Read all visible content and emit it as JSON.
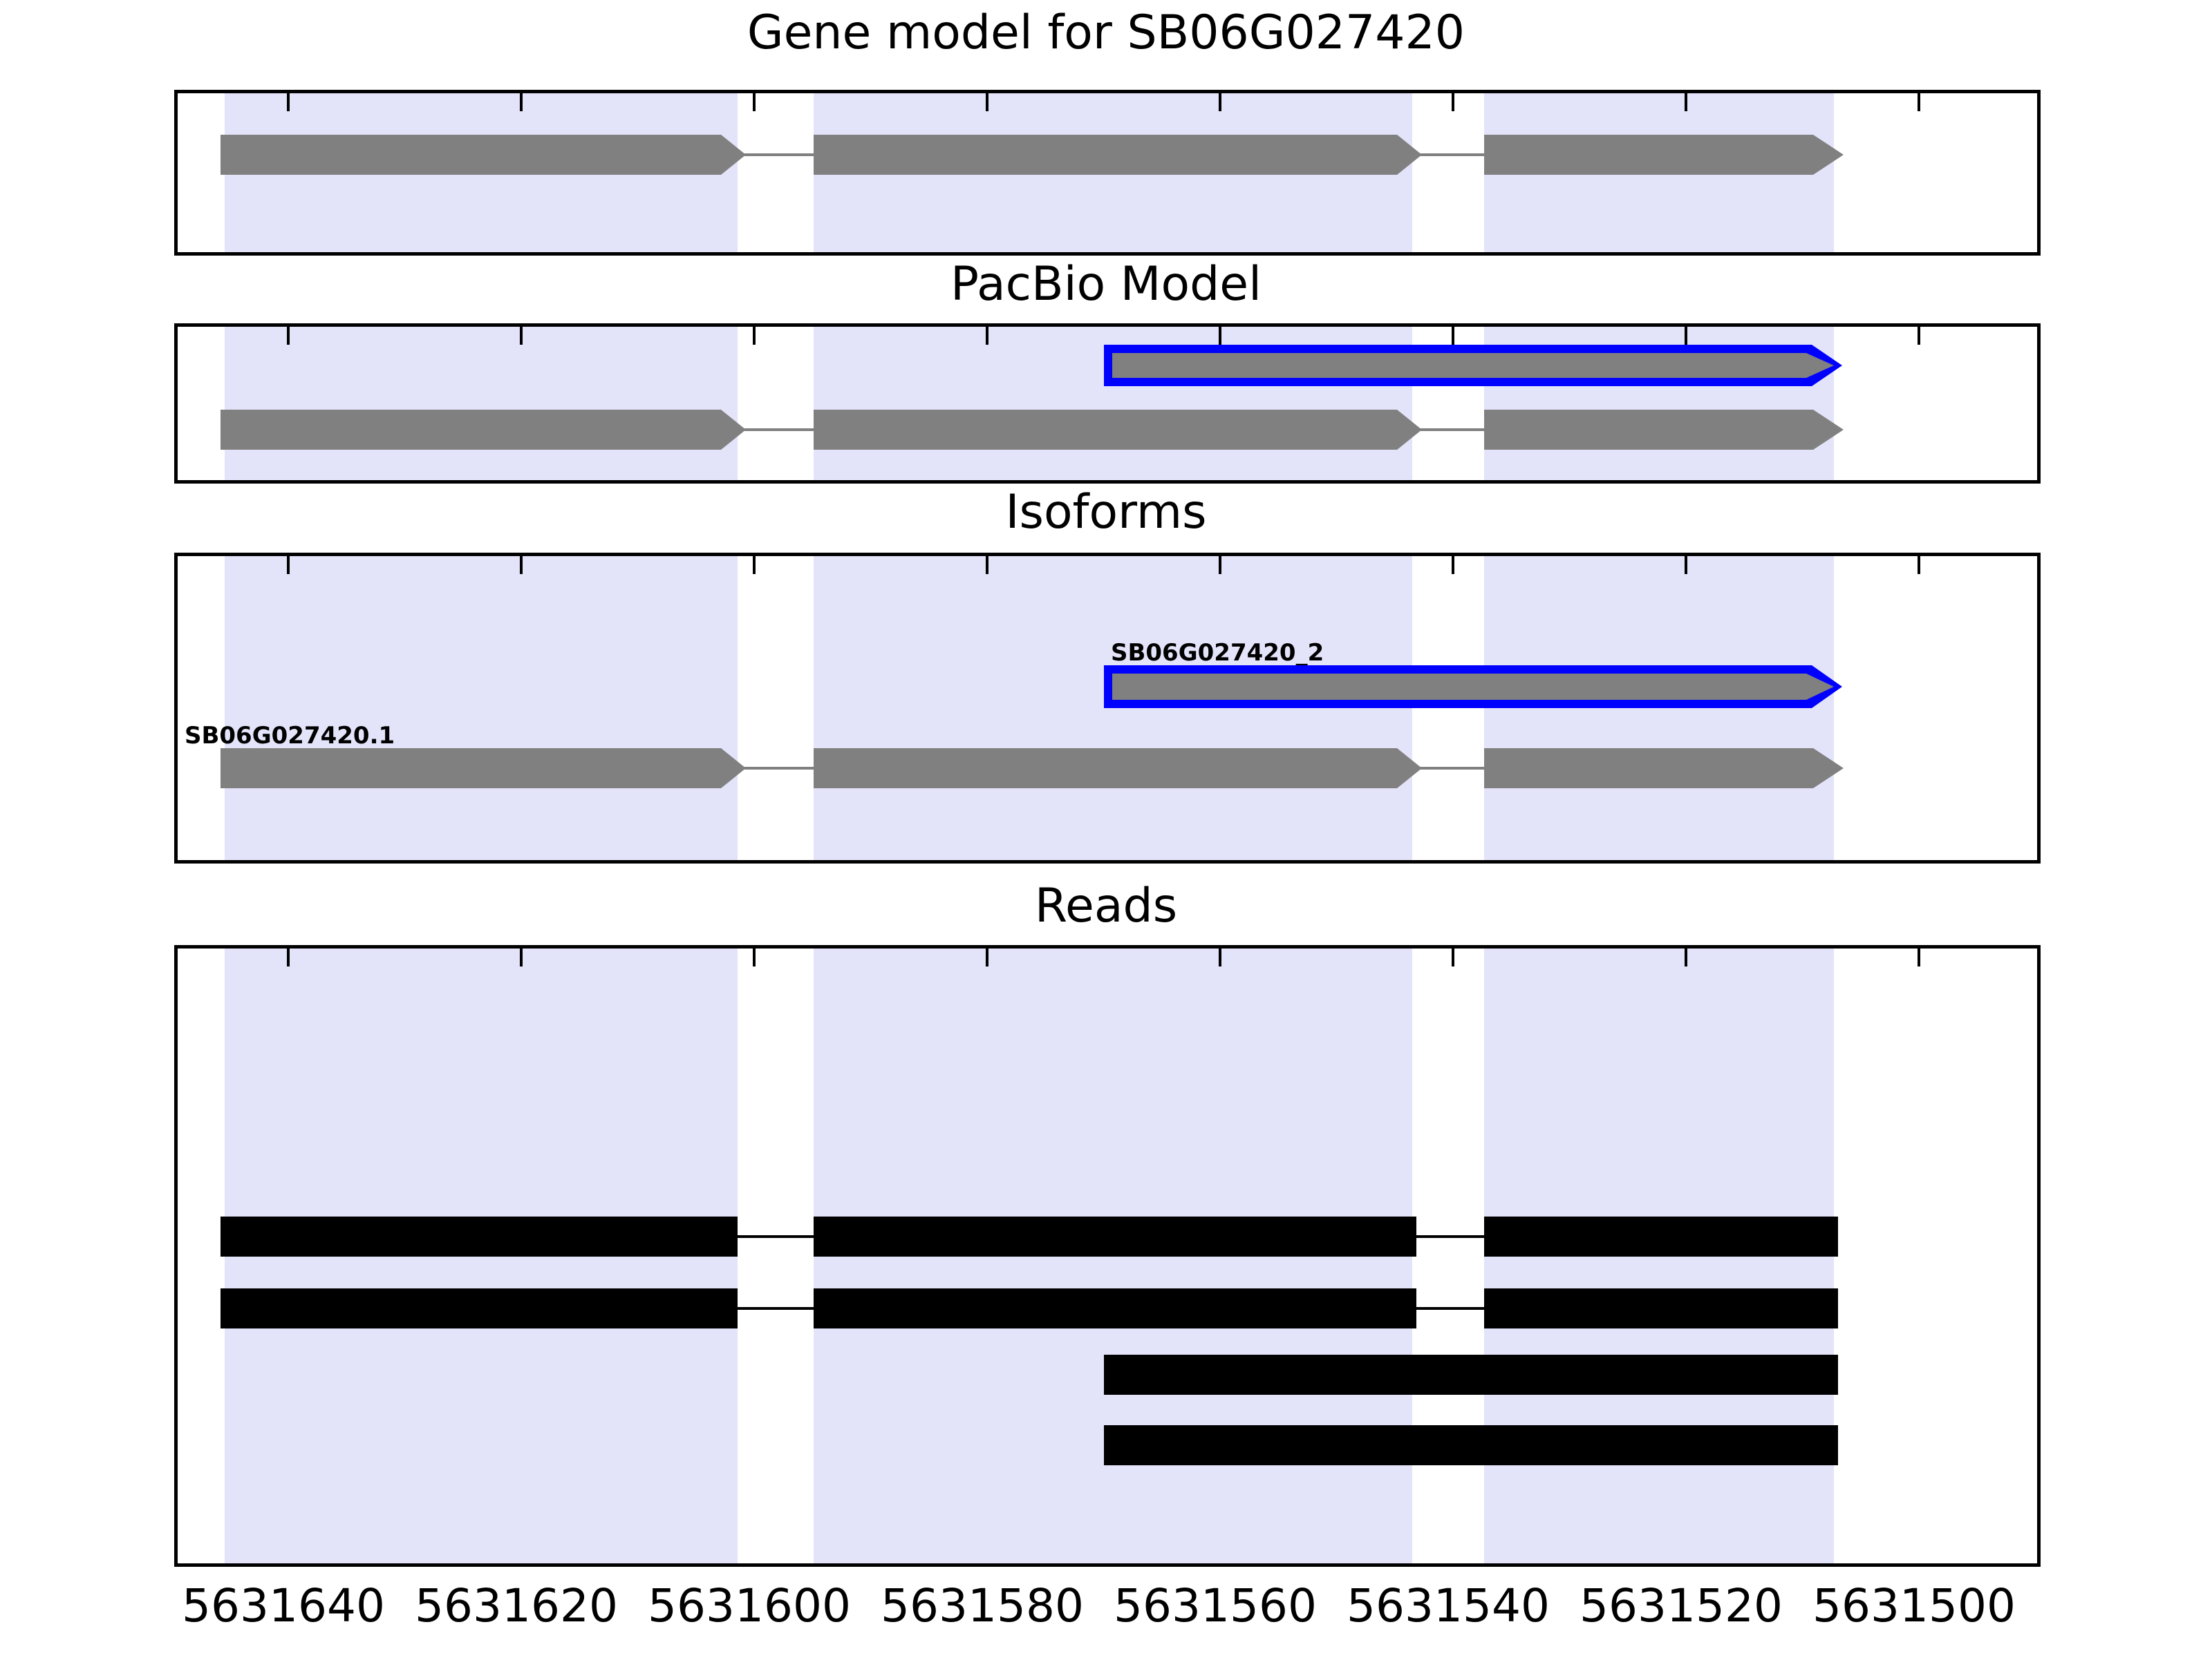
{
  "titles": {
    "main": "Gene model for SB06G027420",
    "pacbio": "PacBio Model",
    "isoforms": "Isoforms",
    "reads": "Reads"
  },
  "labels": {
    "isoform_1": "SB06G027420.1",
    "isoform_2": "SB06G027420_2"
  },
  "colors": {
    "exon_fill": "#808080",
    "band_shading": "#e3e3fa",
    "isoform_outline": "#0000ff",
    "read_fill": "#000000",
    "axis": "#000000",
    "background": "#ffffff"
  },
  "chart_data": {
    "type": "bar",
    "title": "Gene model for SB06G027420",
    "xlabel": "",
    "ylabel": "",
    "grid": false,
    "legend": "none",
    "orientation": "genome-browser-track",
    "xlim": [
      5631650,
      5631490
    ],
    "x_axis_direction": "descending",
    "xticks": [
      5631640,
      5631620,
      5631600,
      5631580,
      5631560,
      5631540,
      5631520,
      5631500
    ],
    "xticklabels": [
      "5631640",
      "5631620",
      "5631600",
      "5631580",
      "5631560",
      "5631540",
      "5631520",
      "5631500"
    ],
    "exon_shading_regions": [
      {
        "start": 5631645,
        "end": 5631597
      },
      {
        "start": 5631591,
        "end": 5631535
      },
      {
        "start": 5631528,
        "end": 5631496
      }
    ],
    "panels": [
      {
        "name": "Gene model for SB06G027420",
        "tracks": [
          {
            "id": "gene-model",
            "style": "grey-arrow",
            "exons": [
              {
                "start": 5631645,
                "end": 5631597
              },
              {
                "start": 5631591,
                "end": 5631535
              },
              {
                "start": 5631528,
                "end": 5631494
              }
            ],
            "introns": [
              {
                "start": 5631597,
                "end": 5631591
              },
              {
                "start": 5631535,
                "end": 5631528
              }
            ],
            "strand": "-"
          }
        ]
      },
      {
        "name": "PacBio Model",
        "tracks": [
          {
            "id": "pacbio-isoform-2",
            "style": "blue-outline",
            "exons": [
              {
                "start": 5631578,
                "end": 5631497
              }
            ],
            "introns": [],
            "strand": "-"
          },
          {
            "id": "pacbio-gene-model",
            "style": "grey-arrow",
            "exons": [
              {
                "start": 5631645,
                "end": 5631597
              },
              {
                "start": 5631591,
                "end": 5631535
              },
              {
                "start": 5631528,
                "end": 5631494
              }
            ],
            "introns": [
              {
                "start": 5631597,
                "end": 5631591
              },
              {
                "start": 5631535,
                "end": 5631528
              }
            ],
            "strand": "-"
          }
        ]
      },
      {
        "name": "Isoforms",
        "tracks": [
          {
            "id": "isoform-SB06G027420_2",
            "label": "SB06G027420_2",
            "style": "blue-outline",
            "exons": [
              {
                "start": 5631578,
                "end": 5631497
              }
            ],
            "introns": [],
            "strand": "-"
          },
          {
            "id": "isoform-SB06G027420.1",
            "label": "SB06G027420.1",
            "style": "grey-arrow",
            "exons": [
              {
                "start": 5631645,
                "end": 5631597
              },
              {
                "start": 5631591,
                "end": 5631535
              },
              {
                "start": 5631528,
                "end": 5631494
              }
            ],
            "introns": [
              {
                "start": 5631597,
                "end": 5631591
              },
              {
                "start": 5631535,
                "end": 5631528
              }
            ],
            "strand": "-"
          }
        ]
      },
      {
        "name": "Reads",
        "tracks": [
          {
            "id": "read-1",
            "style": "black-block",
            "blocks": [
              {
                "start": 5631645,
                "end": 5631597
              },
              {
                "start": 5631591,
                "end": 5631535
              },
              {
                "start": 5631528,
                "end": 5631495
              }
            ],
            "gaps": [
              {
                "start": 5631597,
                "end": 5631591
              },
              {
                "start": 5631535,
                "end": 5631528
              }
            ]
          },
          {
            "id": "read-2",
            "style": "black-block",
            "blocks": [
              {
                "start": 5631645,
                "end": 5631597
              },
              {
                "start": 5631591,
                "end": 5631535
              },
              {
                "start": 5631528,
                "end": 5631495
              }
            ],
            "gaps": [
              {
                "start": 5631597,
                "end": 5631591
              },
              {
                "start": 5631535,
                "end": 5631528
              }
            ]
          },
          {
            "id": "read-3",
            "style": "black-block",
            "blocks": [
              {
                "start": 5631578,
                "end": 5631495
              }
            ],
            "gaps": []
          },
          {
            "id": "read-4",
            "style": "black-block",
            "blocks": [
              {
                "start": 5631578,
                "end": 5631495
              }
            ],
            "gaps": []
          }
        ]
      }
    ]
  }
}
